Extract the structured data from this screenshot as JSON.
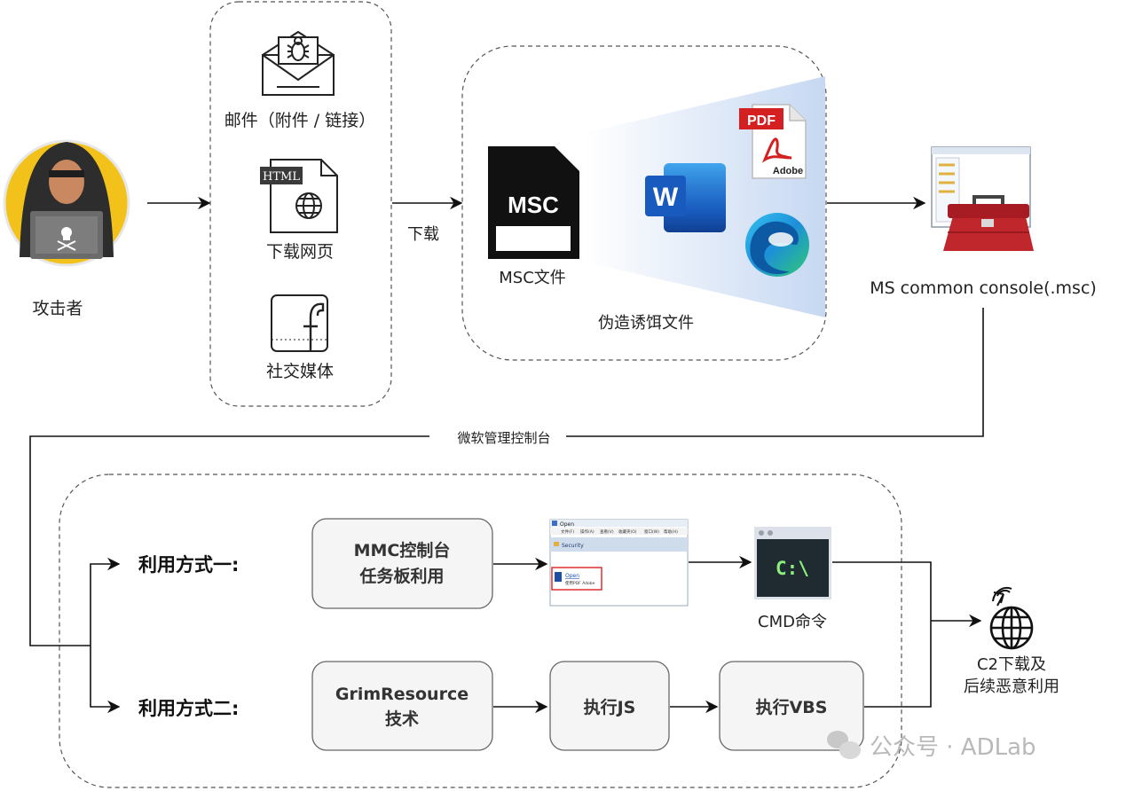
{
  "attacker": {
    "label": "攻击者"
  },
  "vectors": {
    "email": "邮件（附件 / 链接）",
    "webpage": "下载网页",
    "html_badge": "HTML",
    "social": "社交媒体"
  },
  "download_label": "下载",
  "msc_file": {
    "badge": "MSC",
    "label": "MSC文件"
  },
  "decoy": {
    "label": "伪造诱饵文件",
    "pdf_badge": "PDF",
    "adobe_text": "Adobe",
    "word_letter": "W"
  },
  "console": {
    "label": "MS common console(.msc)"
  },
  "mmc_label": "微软管理控制台",
  "method1": {
    "label": "利用方式一:",
    "box_line1": "MMC控制台",
    "box_line2": "任务板利用",
    "screenshot": {
      "title": "Open",
      "menu": [
        "文件(F)",
        "操作(A)",
        "查看(V)",
        "收藏夹(O)",
        "窗口(W)",
        "帮助(H)"
      ],
      "pane_title": "Security",
      "link_text": "Open",
      "link_sub": "使用PDF Adobe"
    },
    "cmd_prompt": "C:\\",
    "cmd_label": "CMD命令"
  },
  "method2": {
    "label": "利用方式二:",
    "box1_line1": "GrimResource",
    "box1_line2": "技术",
    "box2": "执行JS",
    "box3": "执行VBS"
  },
  "c2": {
    "line1": "C2下载及",
    "line2": "后续恶意利用"
  },
  "watermark": "公众号 · ADLab",
  "colors": {
    "hood_yellow": "#f2c21b",
    "word_blue": "#185abd",
    "pdf_red": "#d42020",
    "cmd_green": "#8bf07a",
    "toolbox_red": "#c0272d"
  }
}
